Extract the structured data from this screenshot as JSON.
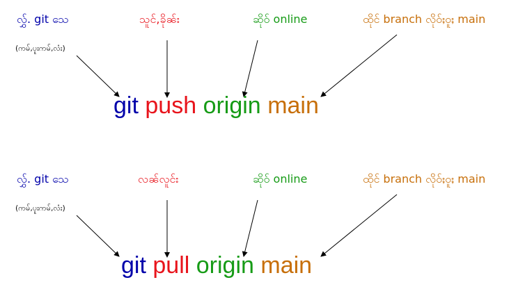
{
  "colors": {
    "git": "#0000aa",
    "action": "#e8141c",
    "remote": "#169b16",
    "branch": "#c76f0a",
    "annotation_sub": "#111111",
    "arrow": "#000000"
  },
  "panels": [
    {
      "labels": {
        "git": "လွှ်. git သေ",
        "git_sub": "(ကမ်,ပူးကမ်,လံး)",
        "action": "သူင်,ခိုၼ်း",
        "remote": "ဆိုဝ် online",
        "branch": "ထိုင် branch လိုဝ်ႈဝူႈ main"
      },
      "command": {
        "git": "git",
        "action": "push",
        "remote": "origin",
        "branch": "main"
      }
    },
    {
      "labels": {
        "git": "လွှ်. git သေ",
        "git_sub": "(ကမ်,ပူးကမ်,လံး)",
        "action": "လၼ်လူင်း",
        "remote": "ဆိုဝ် online",
        "branch": "ထိုင် branch လိုဝ်ႈဝူႈ main"
      },
      "command": {
        "git": "git",
        "action": "pull",
        "remote": "origin",
        "branch": "main"
      }
    }
  ]
}
